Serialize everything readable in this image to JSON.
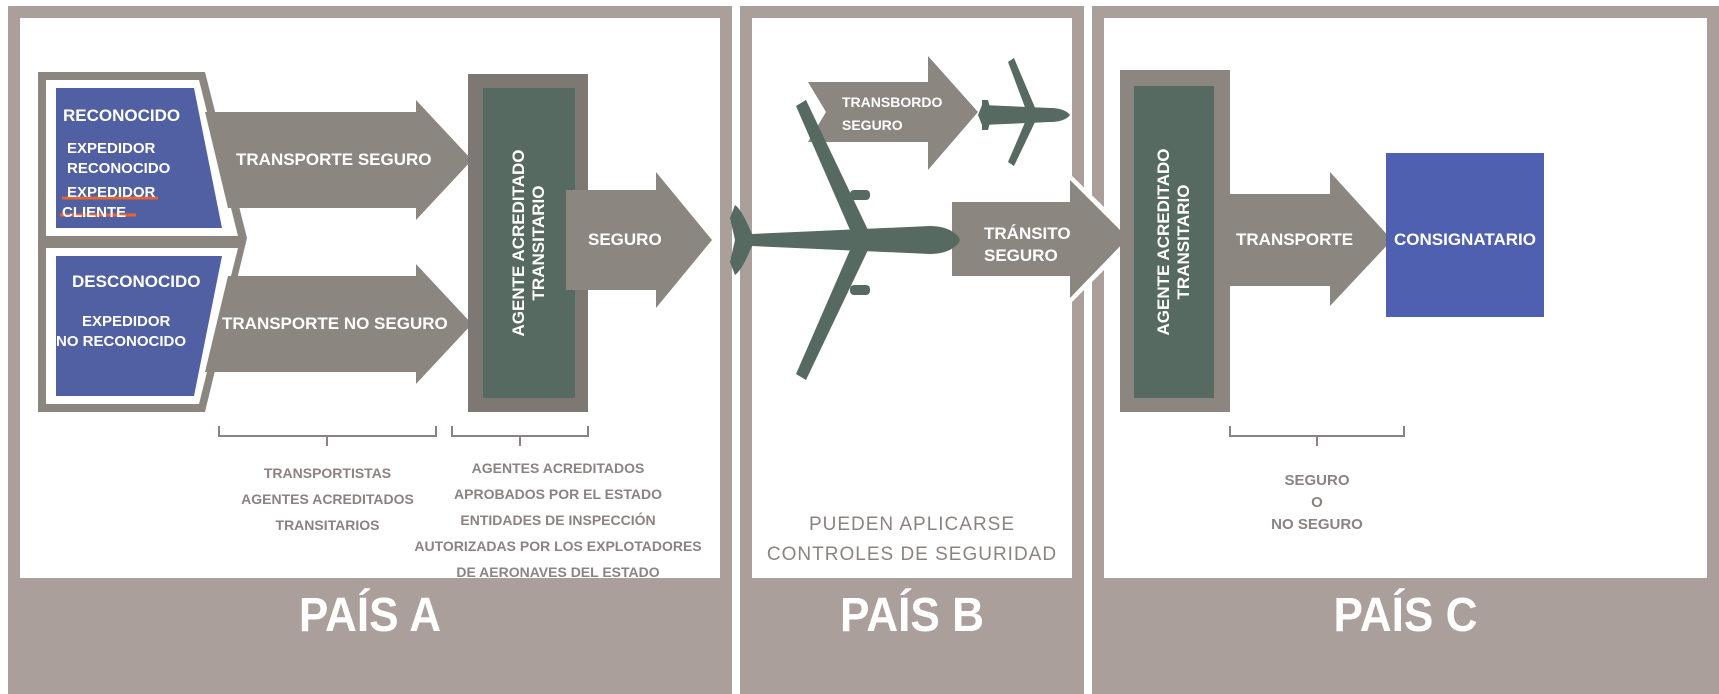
{
  "colors": {
    "frame": "#aa9f9a",
    "arrow": "#8c8680",
    "agent_outer": "#7d7874",
    "agent_inner": "#566a62",
    "plane": "#566a62",
    "blue_box": "#5060a3",
    "consignee": "#4f60b0",
    "strike": "#e8642c",
    "caption": "#8b8380"
  },
  "countries": {
    "a": "PAÍS A",
    "b": "PAÍS B",
    "c": "PAÍS C"
  },
  "a": {
    "known": {
      "title": "RECONOCIDO",
      "line1": "EXPEDIDOR",
      "line2": "RECONOCIDO",
      "line3": "EXPEDIDOR",
      "line4": "CLIENTE"
    },
    "unknown": {
      "title": "DESCONOCIDO",
      "line1": "EXPEDIDOR",
      "line2": "NO RECONOCIDO"
    },
    "secure_transport": "TRANSPORTE SEGURO",
    "insecure_transport": "TRANSPORTE NO SEGURO",
    "agent_line1": "AGENTE ACREDITADO",
    "agent_line2": "TRANSITARIO",
    "secure_out": "SEGURO",
    "caption_left": [
      "TRANSPORTISTAS",
      "AGENTES ACREDITADOS",
      "TRANSITARIOS"
    ],
    "caption_right": [
      "AGENTES ACREDITADOS",
      "APROBADOS POR EL ESTADO",
      "ENTIDADES DE INSPECCIÓN",
      "AUTORIZADAS POR LOS EXPLOTADORES",
      "DE AERONAVES DEL ESTADO"
    ]
  },
  "b": {
    "transfer_line1": "TRANSBORDO",
    "transfer_line2": "SEGURO",
    "transit_line1": "TRÁNSITO",
    "transit_line2": "SEGURO",
    "caption": [
      "PUEDEN APLICARSE",
      "CONTROLES DE SEGURIDAD"
    ]
  },
  "c": {
    "agent_line1": "AGENTE ACREDITADO",
    "agent_line2": "TRANSITARIO",
    "transport": "TRANSPORTE",
    "consignee": "CONSIGNATARIO",
    "caption": [
      "SEGURO",
      "O",
      "NO SEGURO"
    ]
  }
}
